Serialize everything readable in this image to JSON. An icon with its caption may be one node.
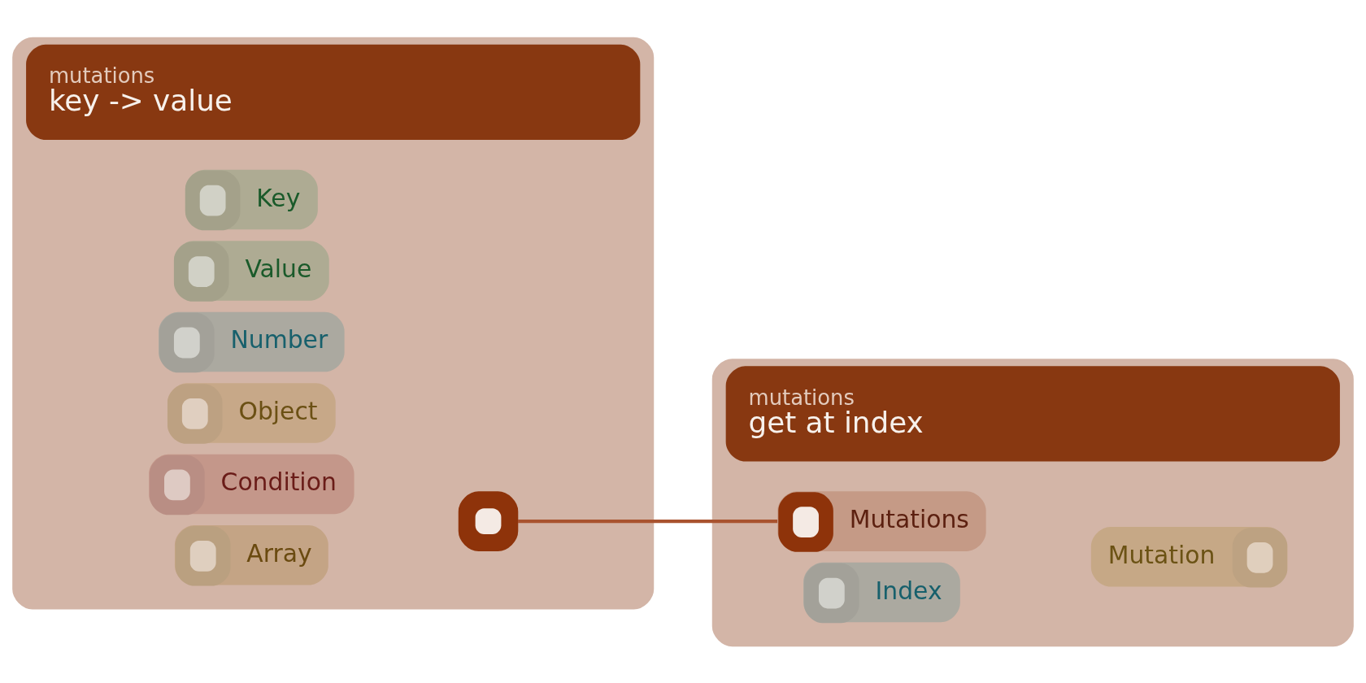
{
  "diagram": {
    "nodes": [
      {
        "text": [
          "mutations",
          "key -> value"
        ]
      },
      {
        "text": [
          "Key"
        ],
        "in": 0
      },
      {
        "text": [
          "Value"
        ],
        "in": 0
      },
      {
        "text": [
          "Number"
        ],
        "in": 0
      },
      {
        "text": [
          "Object"
        ],
        "in": 0
      },
      {
        "text": [
          "Condition"
        ],
        "in": 0
      },
      {
        "text": [
          "Array"
        ],
        "in": 0
      },
      {
        "text": [],
        "shape": "box",
        "in": 0
      },
      {
        "text": [
          "mutations",
          "get at index"
        ]
      },
      {
        "text": [
          "Mutations"
        ],
        "in": 8
      },
      {
        "text": [
          "Mutation"
        ],
        "in": 8
      },
      {
        "text": [
          "Index"
        ],
        "in": 8
      }
    ],
    "edges": [
      {
        "from": 7,
        "to": 9,
        "arrow": "none"
      }
    ]
  }
}
